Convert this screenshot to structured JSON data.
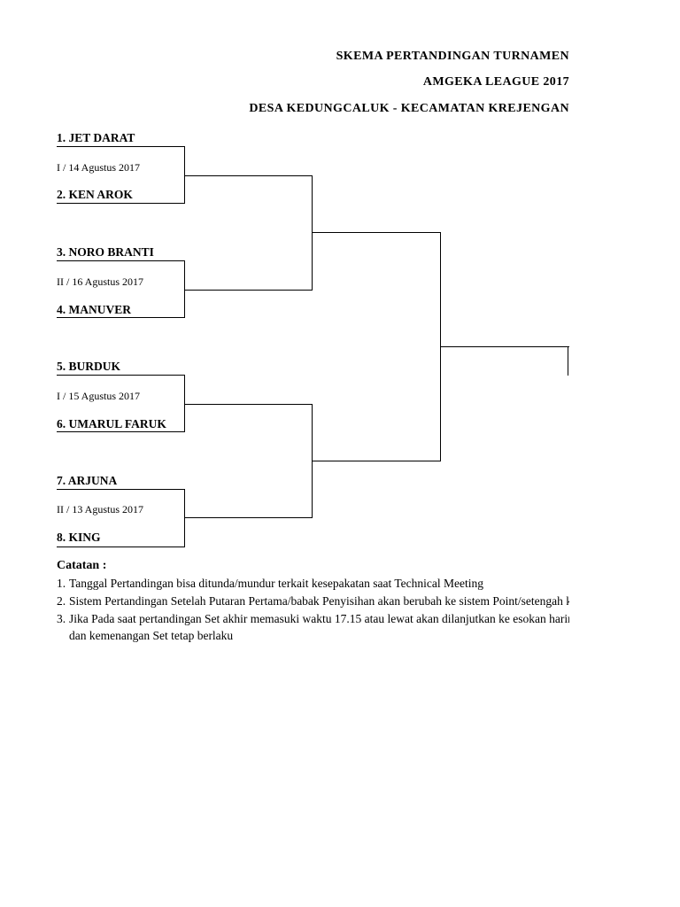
{
  "header": {
    "line1": "SKEMA PERTANDINGAN TURNAMEN",
    "line2": "AMGEKA LEAGUE 2017",
    "line3": "DESA KEDUNGCALUK - KECAMATAN KREJENGAN"
  },
  "bracket": {
    "teams": [
      "1. JET DARAT",
      "2. KEN AROK",
      "3. NORO BRANTI",
      "4. MANUVER",
      "5. BURDUK",
      "6. UMARUL FARUK",
      "7. ARJUNA",
      "8. KING"
    ],
    "matches": [
      "I / 14 Agustus 2017",
      "II / 16 Agustus 2017",
      "I / 15 Agustus 2017",
      "II / 13 Agustus 2017"
    ]
  },
  "notes": {
    "title": "Catatan :",
    "items": [
      {
        "num": "1.",
        "text": "Tanggal Pertandingan bisa ditunda/mundur terkait kesepakatan saat Technical Meeting"
      },
      {
        "num": "2.",
        "text": "Sistem Pertandingan Setelah Putaran Pertama/babak Penyisihan akan berubah ke sistem Point/setengah kompetisi"
      },
      {
        "num": "3.",
        "text": "Jika Pada saat pertandingan Set akhir memasuki waktu 17.15 atau lewat akan dilanjutkan ke esokan harinya"
      },
      {
        "num": "",
        "text": "dan kemenangan Set tetap berlaku"
      }
    ]
  }
}
